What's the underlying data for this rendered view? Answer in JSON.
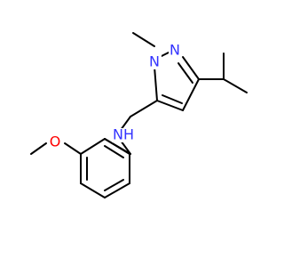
{
  "colors": {
    "background": "#ffffff",
    "bond": "#000000",
    "nitrogen": "#3333ff",
    "oxygen": "#ff0000"
  },
  "atoms": {
    "n1": "N",
    "n2": "N",
    "nh": "NH",
    "o": "O"
  }
}
